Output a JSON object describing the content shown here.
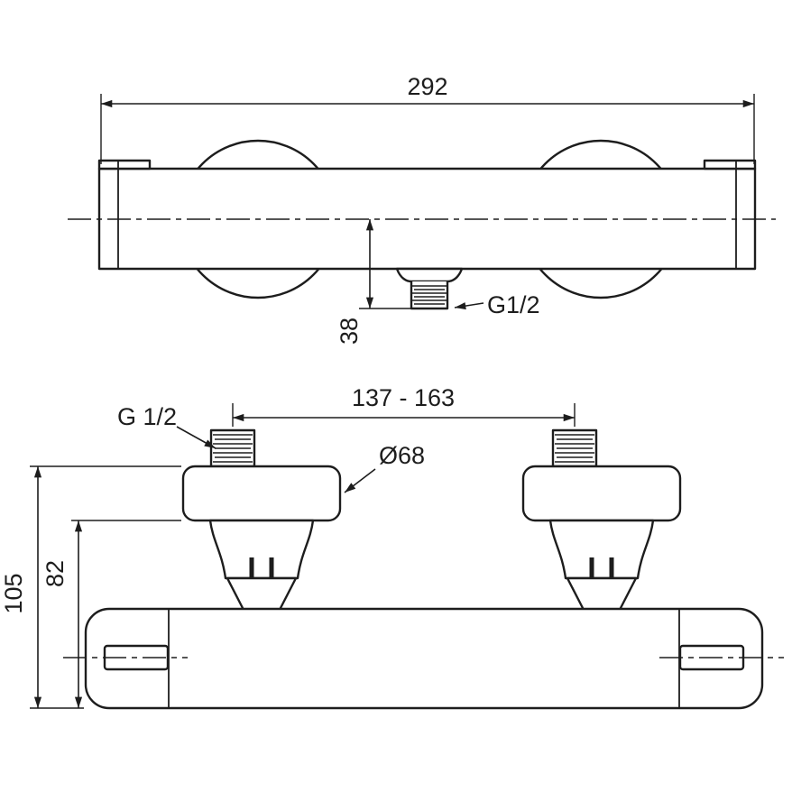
{
  "colors": {
    "line": "#1d1d1d",
    "background": "#ffffff"
  },
  "front_view": {
    "overall_width_mm": "292",
    "outlet_drop_mm": "38",
    "outlet_thread": "G1/2"
  },
  "top_view": {
    "inlet_spacing_mm": "137 - 163",
    "inlet_thread": "G 1/2",
    "escutcheon_diameter": "Ø68",
    "depth_body_mm": "82",
    "depth_overall_mm": "105"
  }
}
